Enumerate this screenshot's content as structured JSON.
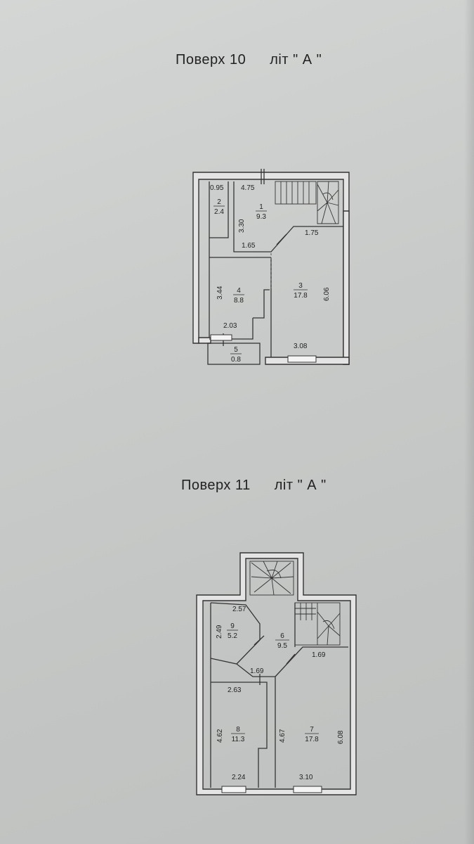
{
  "floors": [
    {
      "title_floor": "Поверх  10",
      "title_lit": "літ \" А \"",
      "rooms": [
        {
          "number": "1",
          "area": "9.3"
        },
        {
          "number": "2",
          "area": "2.4"
        },
        {
          "number": "3",
          "area": "17.8"
        },
        {
          "number": "4",
          "area": "8.8"
        },
        {
          "number": "5",
          "area": "0.8"
        }
      ],
      "dimensions": [
        "0.95",
        "4.75",
        "3.30",
        "1.75",
        "1.65",
        "3.44",
        "6.06",
        "2.03",
        "3.08"
      ]
    },
    {
      "title_floor": "Поверх  11",
      "title_lit": "літ \" А \"",
      "rooms": [
        {
          "number": "6",
          "area": "9.5"
        },
        {
          "number": "7",
          "area": "17.8"
        },
        {
          "number": "8",
          "area": "11.3"
        },
        {
          "number": "9",
          "area": "5.2"
        }
      ],
      "dimensions": [
        "2.57",
        "2.49",
        "1.69",
        "1.69",
        "2.63",
        "4.62",
        "4.67",
        "6.08",
        "2.24",
        "3.10"
      ]
    }
  ]
}
